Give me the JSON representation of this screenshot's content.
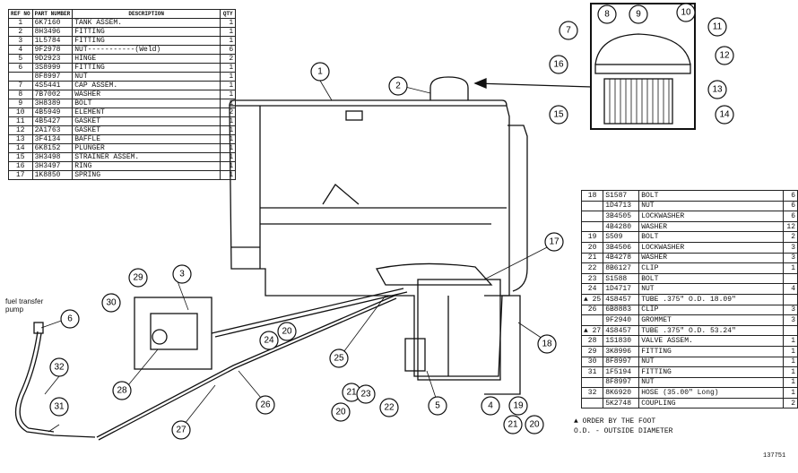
{
  "left_table": {
    "headers": [
      "REF NO",
      "PART NUMBER",
      "DESCRIPTION",
      "QTY"
    ],
    "rows": [
      {
        "ref": "1",
        "part": "6K7160",
        "desc": "TANK ASSEM.",
        "qty": "1"
      },
      {
        "ref": "2",
        "part": "8H3496",
        "desc": "  FITTING",
        "qty": "1"
      },
      {
        "ref": "3",
        "part": "1L5784",
        "desc": "  FITTING",
        "qty": "1"
      },
      {
        "ref": "4",
        "part": "9F2978",
        "desc": "  NUT-----------(Weld)",
        "qty": "6"
      },
      {
        "ref": "5",
        "part": "9D2923",
        "desc": "  HINGE",
        "qty": "2"
      },
      {
        "ref": "6",
        "part": "3S8999",
        "desc": "FITTING",
        "qty": "1"
      },
      {
        "ref": "",
        "part": "8F8997",
        "desc": "  NUT",
        "qty": "1"
      },
      {
        "ref": "7",
        "part": "4S5441",
        "desc": "CAP ASSEM.",
        "qty": "1"
      },
      {
        "ref": "8",
        "part": "7B7002",
        "desc": "  WASHER",
        "qty": "1"
      },
      {
        "ref": "9",
        "part": "3H8389",
        "desc": "  BOLT",
        "qty": "1"
      },
      {
        "ref": "10",
        "part": "4B5949",
        "desc": "  ELEMENT",
        "qty": "2"
      },
      {
        "ref": "11",
        "part": "4B5427",
        "desc": "  GASKET",
        "qty": "1"
      },
      {
        "ref": "12",
        "part": "2A1763",
        "desc": "  GASKET",
        "qty": "1"
      },
      {
        "ref": "13",
        "part": "3F4134",
        "desc": "  BAFFLE",
        "qty": "1"
      },
      {
        "ref": "14",
        "part": "6K8152",
        "desc": "PLUNGER",
        "qty": "1"
      },
      {
        "ref": "15",
        "part": "3H3498",
        "desc": "STRAINER ASSEM.",
        "qty": "1"
      },
      {
        "ref": "16",
        "part": "3H3497",
        "desc": "RING",
        "qty": "1"
      },
      {
        "ref": "17",
        "part": "1K8850",
        "desc": "SPRING",
        "qty": "1"
      }
    ]
  },
  "right_table": {
    "rows": [
      {
        "ref": "18",
        "part": "S1587",
        "desc": "BOLT",
        "qty": "6"
      },
      {
        "ref": "",
        "part": "1D4713",
        "desc": "NUT",
        "qty": "6"
      },
      {
        "ref": "",
        "part": "3B4505",
        "desc": "LOCKWASHER",
        "qty": "6"
      },
      {
        "ref": "",
        "part": "4B4280",
        "desc": "WASHER",
        "qty": "12"
      },
      {
        "ref": "19",
        "part": "S509",
        "desc": "BOLT",
        "qty": "2"
      },
      {
        "ref": "20",
        "part": "3B4506",
        "desc": "LOCKWASHER",
        "qty": "3"
      },
      {
        "ref": "21",
        "part": "4B4278",
        "desc": "WASHER",
        "qty": "3"
      },
      {
        "ref": "22",
        "part": "8B6127",
        "desc": "CLIP",
        "qty": "1"
      },
      {
        "ref": "23",
        "part": "S1588",
        "desc": "BOLT",
        "qty": ""
      },
      {
        "ref": "24",
        "part": "1D4717",
        "desc": "NUT",
        "qty": "4"
      },
      {
        "ref": "▲ 25",
        "part": "4S8457",
        "desc": "TUBE  .375\" O.D. 18.09\"",
        "qty": ""
      },
      {
        "ref": "26",
        "part": "6B8883",
        "desc": "CLIP",
        "qty": "3"
      },
      {
        "ref": "",
        "part": "9F2940",
        "desc": "GROMMET",
        "qty": "3"
      },
      {
        "ref": "▲ 27",
        "part": "4S8457",
        "desc": "TUBE  .375\" O.D. 53.24\"",
        "qty": ""
      },
      {
        "ref": "28",
        "part": "1S1830",
        "desc": "VALVE ASSEM.",
        "qty": "1"
      },
      {
        "ref": "29",
        "part": "3K8996",
        "desc": "FITTING",
        "qty": "1"
      },
      {
        "ref": "30",
        "part": "8F8997",
        "desc": "  NUT",
        "qty": "1"
      },
      {
        "ref": "31",
        "part": "1F5194",
        "desc": "FITTING",
        "qty": "1"
      },
      {
        "ref": "",
        "part": "8F8997",
        "desc": "  NUT",
        "qty": "1"
      },
      {
        "ref": "32",
        "part": "8K6920",
        "desc": "HOSE  (35.00\" Long)",
        "qty": "1"
      },
      {
        "ref": "",
        "part": "5K2748",
        "desc": "COUPLING",
        "qty": "2"
      }
    ]
  },
  "notes": {
    "order_note": "▲ ORDER BY THE FOOT",
    "od_note": "O.D. - OUTSIDE DIAMETER"
  },
  "pump_label": "fuel transfer\npump",
  "figure_number": "137751",
  "callouts": [
    "1",
    "2",
    "3",
    "4",
    "5",
    "6",
    "7",
    "8",
    "9",
    "10",
    "11",
    "12",
    "13",
    "14",
    "15",
    "16",
    "17",
    "18",
    "19",
    "20",
    "20",
    "20",
    "21",
    "21",
    "22",
    "23",
    "24",
    "25",
    "26",
    "27",
    "28",
    "29",
    "30",
    "31",
    "32"
  ]
}
